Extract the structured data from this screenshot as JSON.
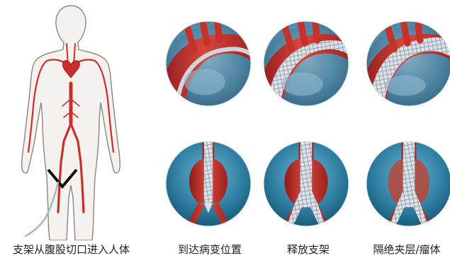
{
  "captions": {
    "step1": "支架从腹股切口进入人体",
    "step2": "到达病变位置",
    "step3": "释放支架",
    "step4": "隔绝夹层/瘤体"
  },
  "colors": {
    "vessel": "#c8302b",
    "skin": "#f4f1ee",
    "outline": "#8c857f",
    "bubble_bg": "#2f7fa3",
    "stent": "#d9dde2"
  }
}
